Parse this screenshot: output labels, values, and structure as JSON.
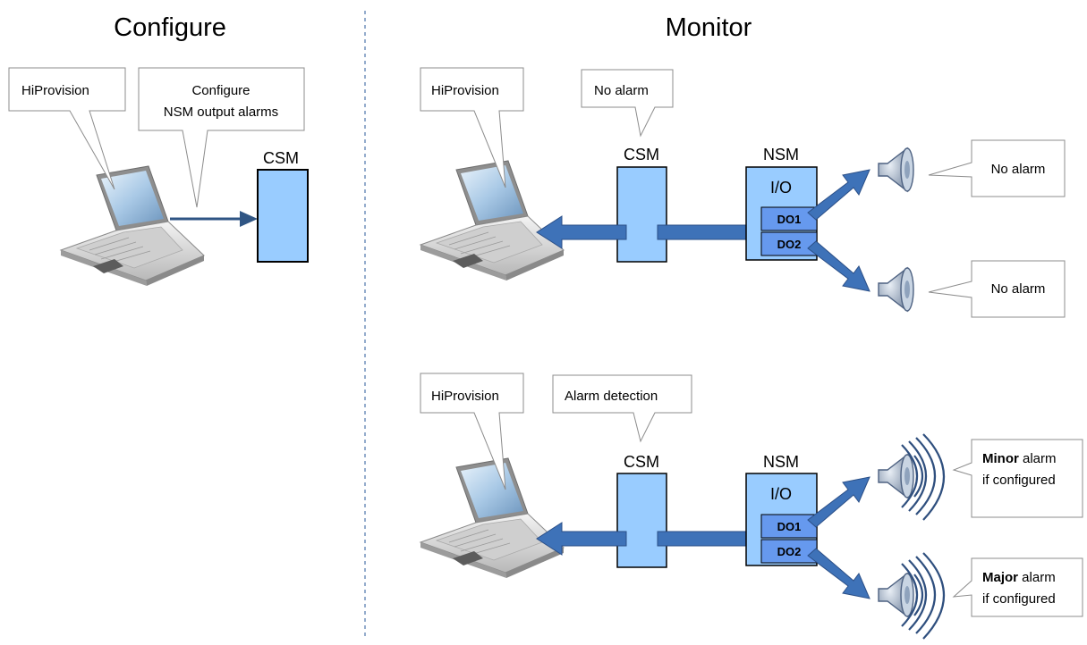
{
  "configure": {
    "title": "Configure",
    "callout_hiprovision": "HiProvision",
    "callout_configure_line1": "Configure",
    "callout_configure_line2": "NSM output alarms",
    "csm_label": "CSM"
  },
  "monitor": {
    "title": "Monitor",
    "scenario_no_alarm": {
      "callout_hiprovision": "HiProvision",
      "callout_csm": "No alarm",
      "csm_label": "CSM",
      "nsm_label": "NSM",
      "io_label": "I/O",
      "do1_label": "DO1",
      "do2_label": "DO2",
      "speaker1_callout": "No alarm",
      "speaker2_callout": "No alarm"
    },
    "scenario_alarm": {
      "callout_hiprovision": "HiProvision",
      "callout_csm": "Alarm detection",
      "csm_label": "CSM",
      "nsm_label": "NSM",
      "io_label": "I/O",
      "do1_label": "DO1",
      "do2_label": "DO2",
      "speaker1_bold": "Minor",
      "speaker1_rest": " alarm",
      "speaker1_line2": "if configured",
      "speaker2_bold": "Major",
      "speaker2_rest": " alarm",
      "speaker2_line2": "if configured"
    }
  },
  "colors": {
    "module_fill": "#99ccff",
    "do_fill": "#6699ee",
    "arrow_fill": "#3e72b8",
    "arrow_dark": "#2b4f87",
    "divider": "#5a7fb0",
    "callout_stroke": "#8c8c8c"
  }
}
